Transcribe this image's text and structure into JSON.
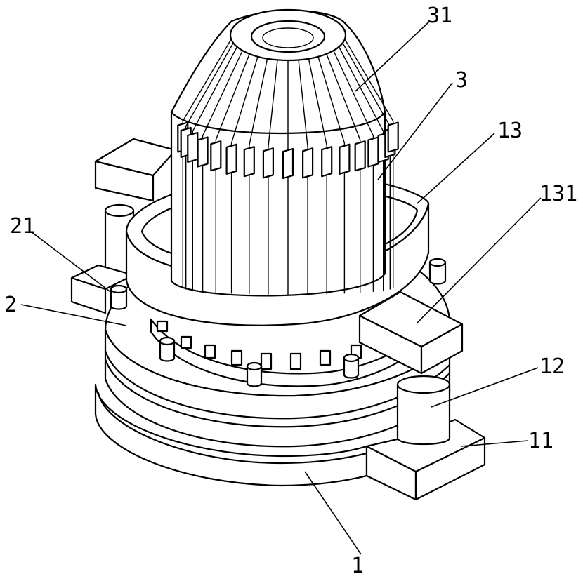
{
  "labels": {
    "l31": "31",
    "l3": "3",
    "l13": "13",
    "l131": "131",
    "l21": "21",
    "l2": "2",
    "l12": "12",
    "l11": "11",
    "l1": "1"
  },
  "colors": {
    "stroke": "#000000",
    "background": "#ffffff"
  },
  "fins": {
    "count": 17
  }
}
